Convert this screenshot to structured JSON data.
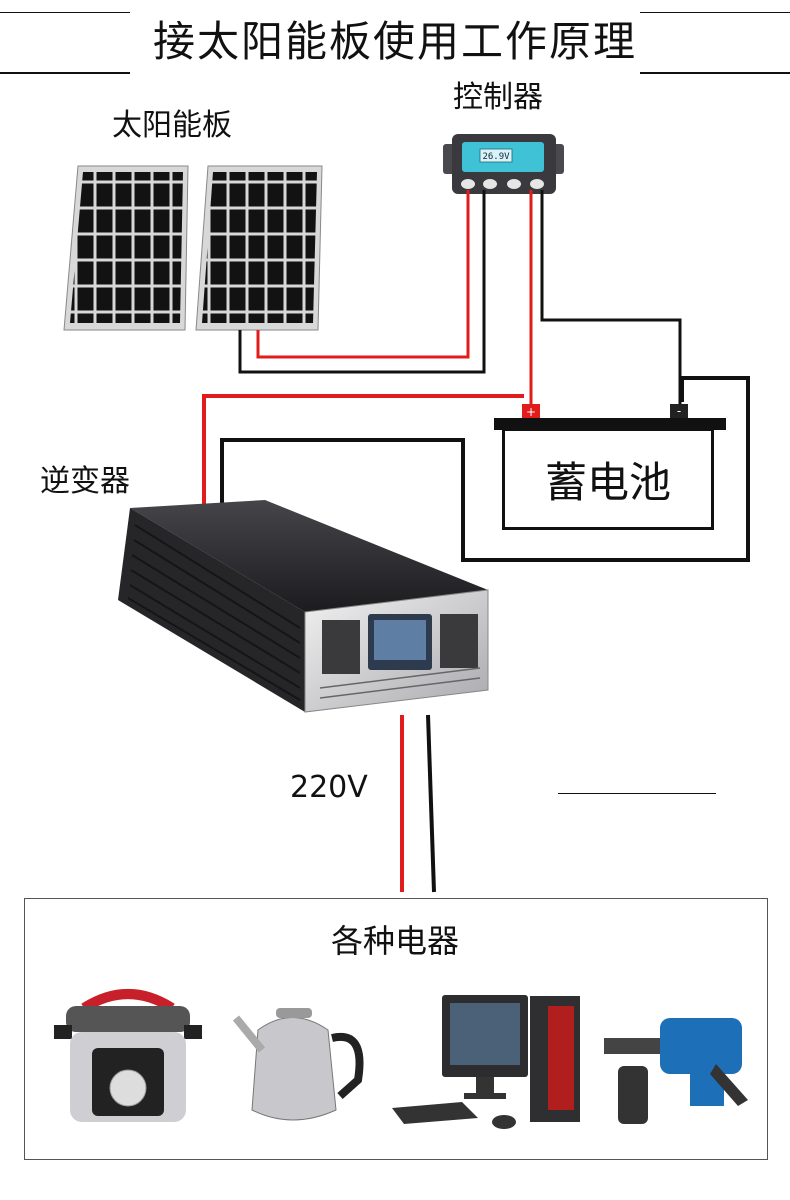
{
  "title": "接太阳能板使用工作原理",
  "labels": {
    "solar_panel": "太阳能板",
    "controller": "控制器",
    "controller_display": "26.9V",
    "inverter": "逆变器",
    "battery": "蓄电池",
    "voltage": "220V",
    "appliances": "各种电器",
    "battery_positive": "+",
    "battery_negative": "-"
  },
  "colors": {
    "wire_positive": "#e01c1c",
    "wire_negative": "#111111",
    "inverter_body": "#2b2b2e",
    "controller_screen": "#3fc1d6",
    "panel_cell": "#121212"
  }
}
